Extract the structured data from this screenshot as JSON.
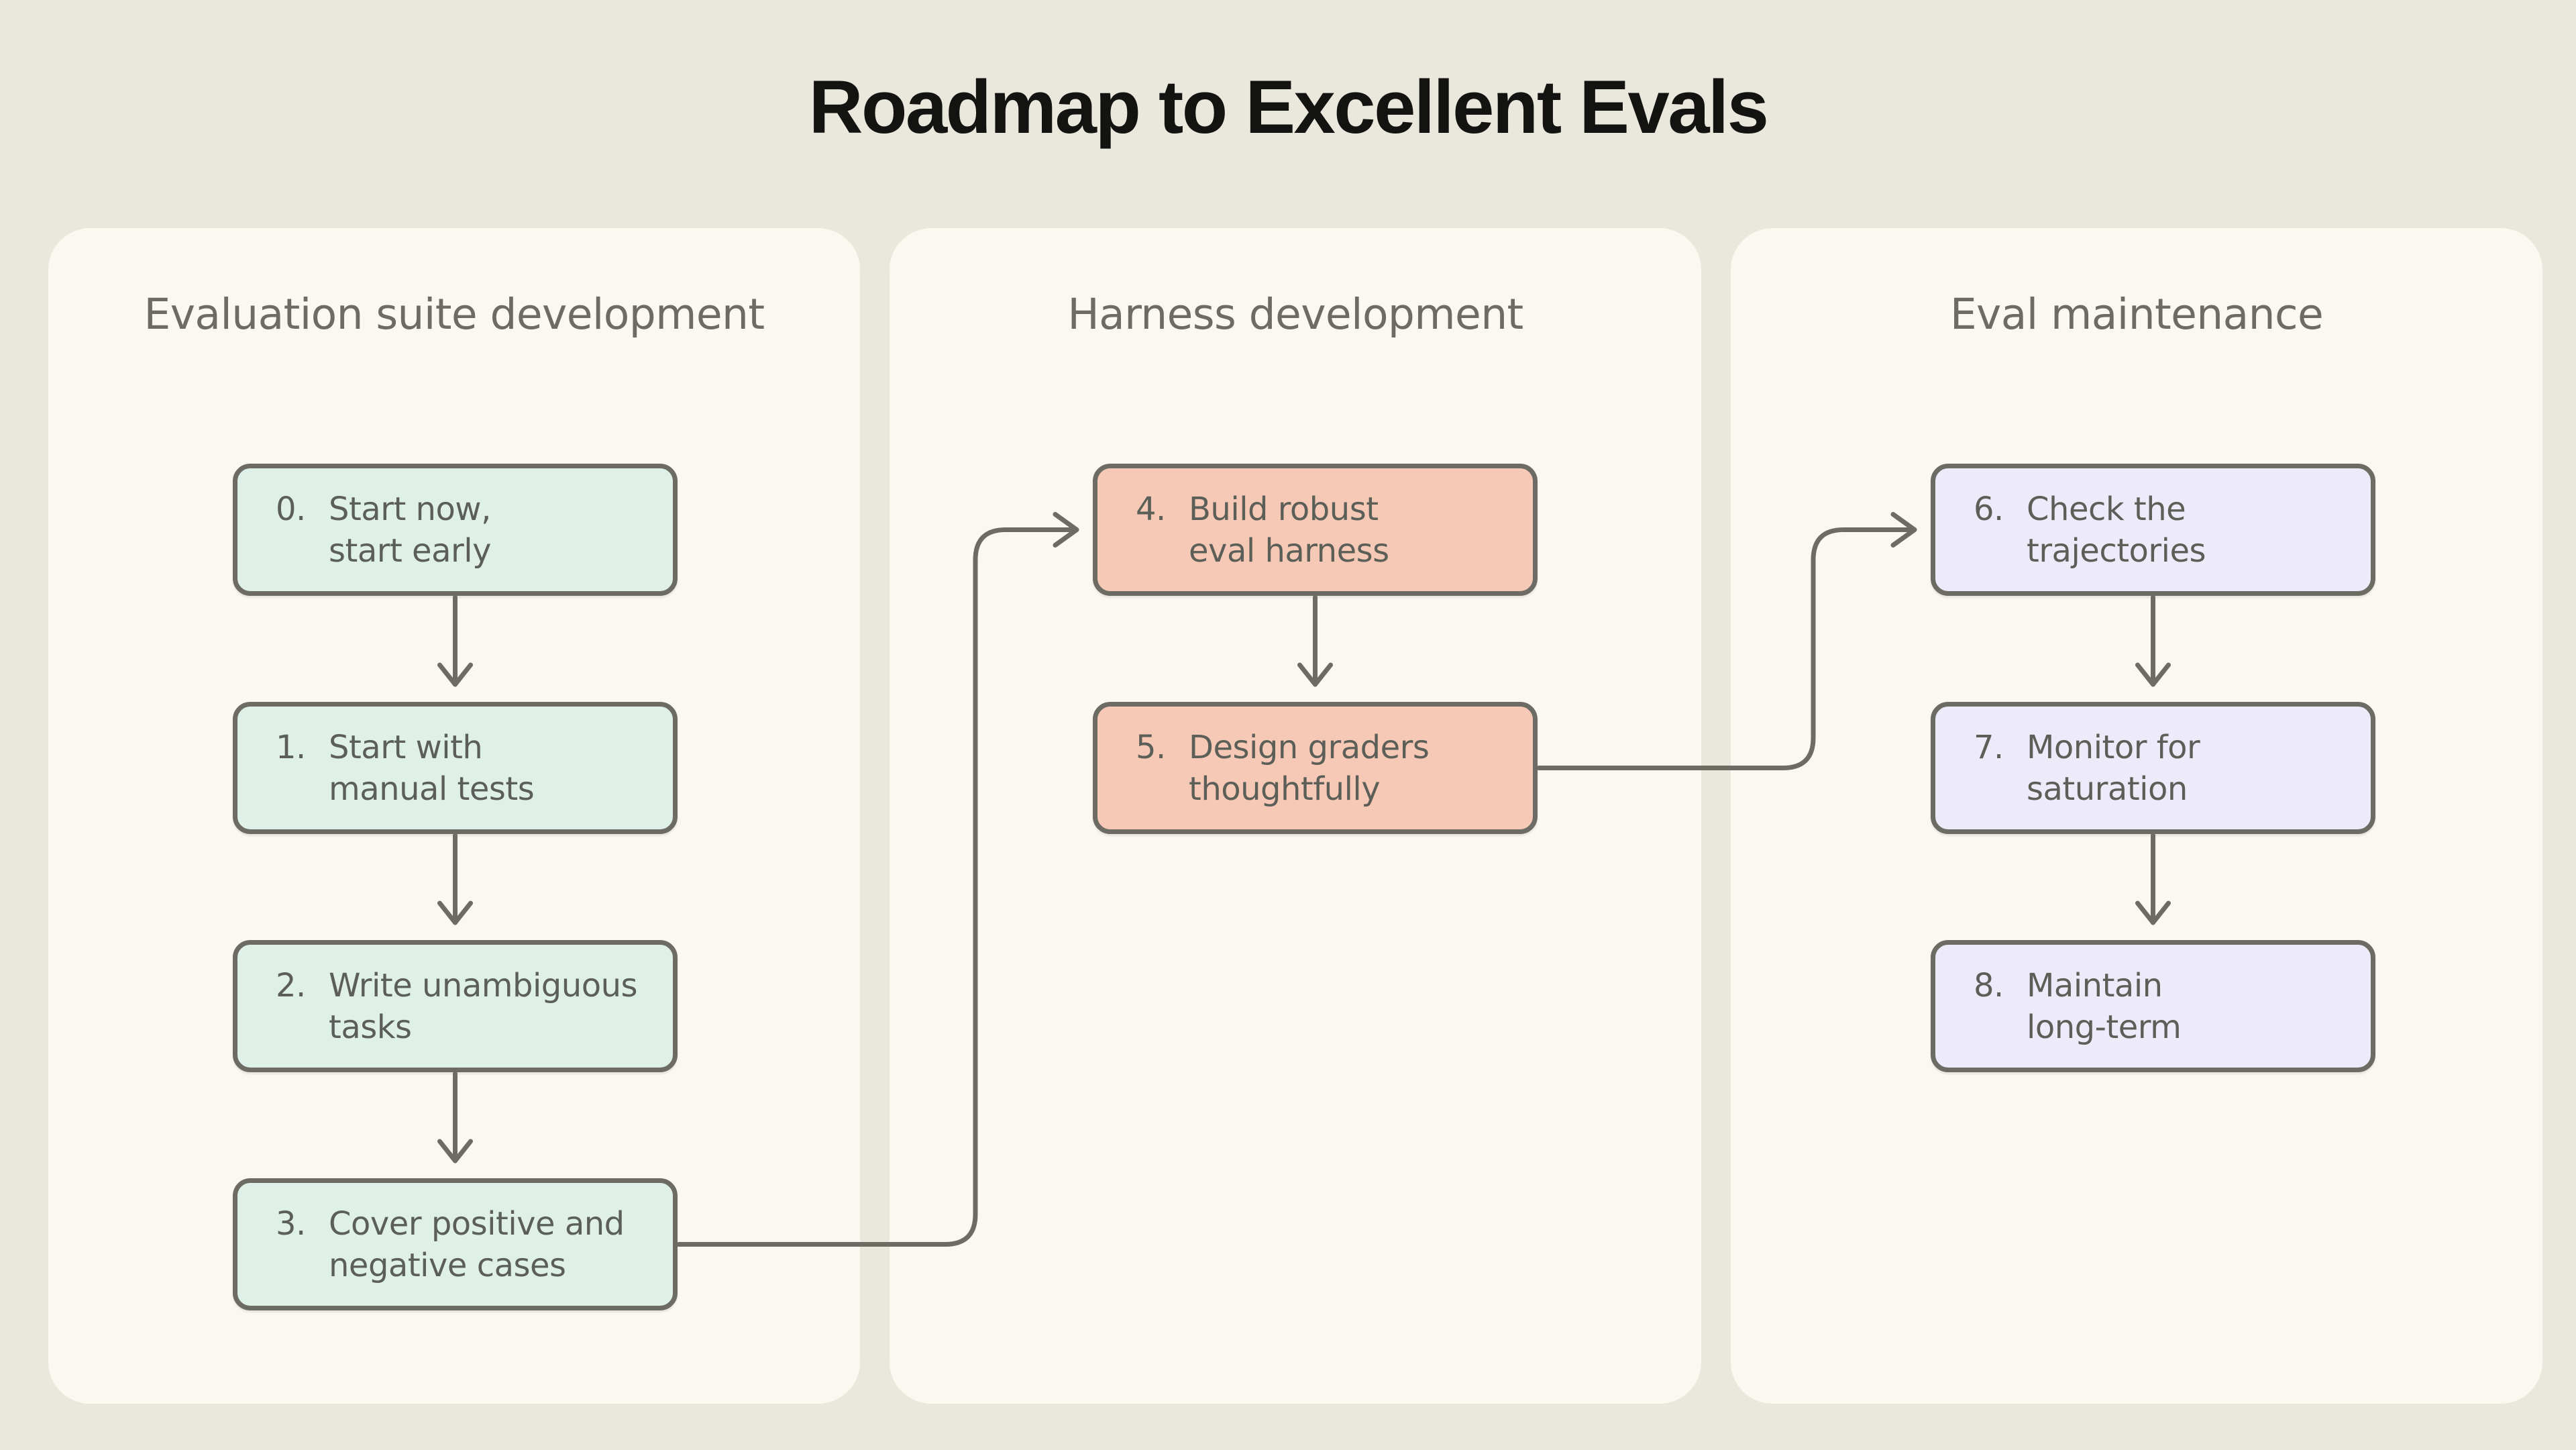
{
  "title": "Roadmap to Excellent Evals",
  "colors": {
    "page_bg": "#EAE8DC",
    "card_bg": "#F9F8F1",
    "line": "#6C6B64",
    "box_text": "#5C5F58",
    "header_text": "#6C6B64",
    "title_text": "#131311",
    "mint": "#DEF0E8",
    "salmon": "#F5C9B6",
    "lavender": "#EDEBFA"
  },
  "columns": [
    {
      "header": "Evaluation suite development",
      "color": "mint",
      "boxes": [
        {
          "id": "step-0",
          "number": "0.",
          "label": "Start now,\nstart early"
        },
        {
          "id": "step-1",
          "number": "1.",
          "label": "Start with\nmanual tests"
        },
        {
          "id": "step-2",
          "number": "2.",
          "label": "Write unambiguous\ntasks"
        },
        {
          "id": "step-3",
          "number": "3.",
          "label": "Cover positive and\nnegative cases"
        }
      ]
    },
    {
      "header": "Harness development",
      "color": "salmon",
      "boxes": [
        {
          "id": "step-4",
          "number": "4.",
          "label": "Build robust\neval harness"
        },
        {
          "id": "step-5",
          "number": "5.",
          "label": "Design graders\nthoughtfully"
        }
      ]
    },
    {
      "header": "Eval maintenance",
      "color": "lavender",
      "boxes": [
        {
          "id": "step-6",
          "number": "6.",
          "label": "Check the\ntrajectories"
        },
        {
          "id": "step-7",
          "number": "7.",
          "label": "Monitor for\nsaturation"
        },
        {
          "id": "step-8",
          "number": "8.",
          "label": "Maintain\nlong-term"
        }
      ]
    }
  ],
  "connections": [
    {
      "from": "step-0",
      "to": "step-1",
      "type": "down"
    },
    {
      "from": "step-1",
      "to": "step-2",
      "type": "down"
    },
    {
      "from": "step-2",
      "to": "step-3",
      "type": "down"
    },
    {
      "from": "step-3",
      "to": "step-4",
      "type": "elbow"
    },
    {
      "from": "step-4",
      "to": "step-5",
      "type": "down"
    },
    {
      "from": "step-5",
      "to": "step-6",
      "type": "elbow"
    },
    {
      "from": "step-6",
      "to": "step-7",
      "type": "down"
    },
    {
      "from": "step-7",
      "to": "step-8",
      "type": "down"
    }
  ]
}
